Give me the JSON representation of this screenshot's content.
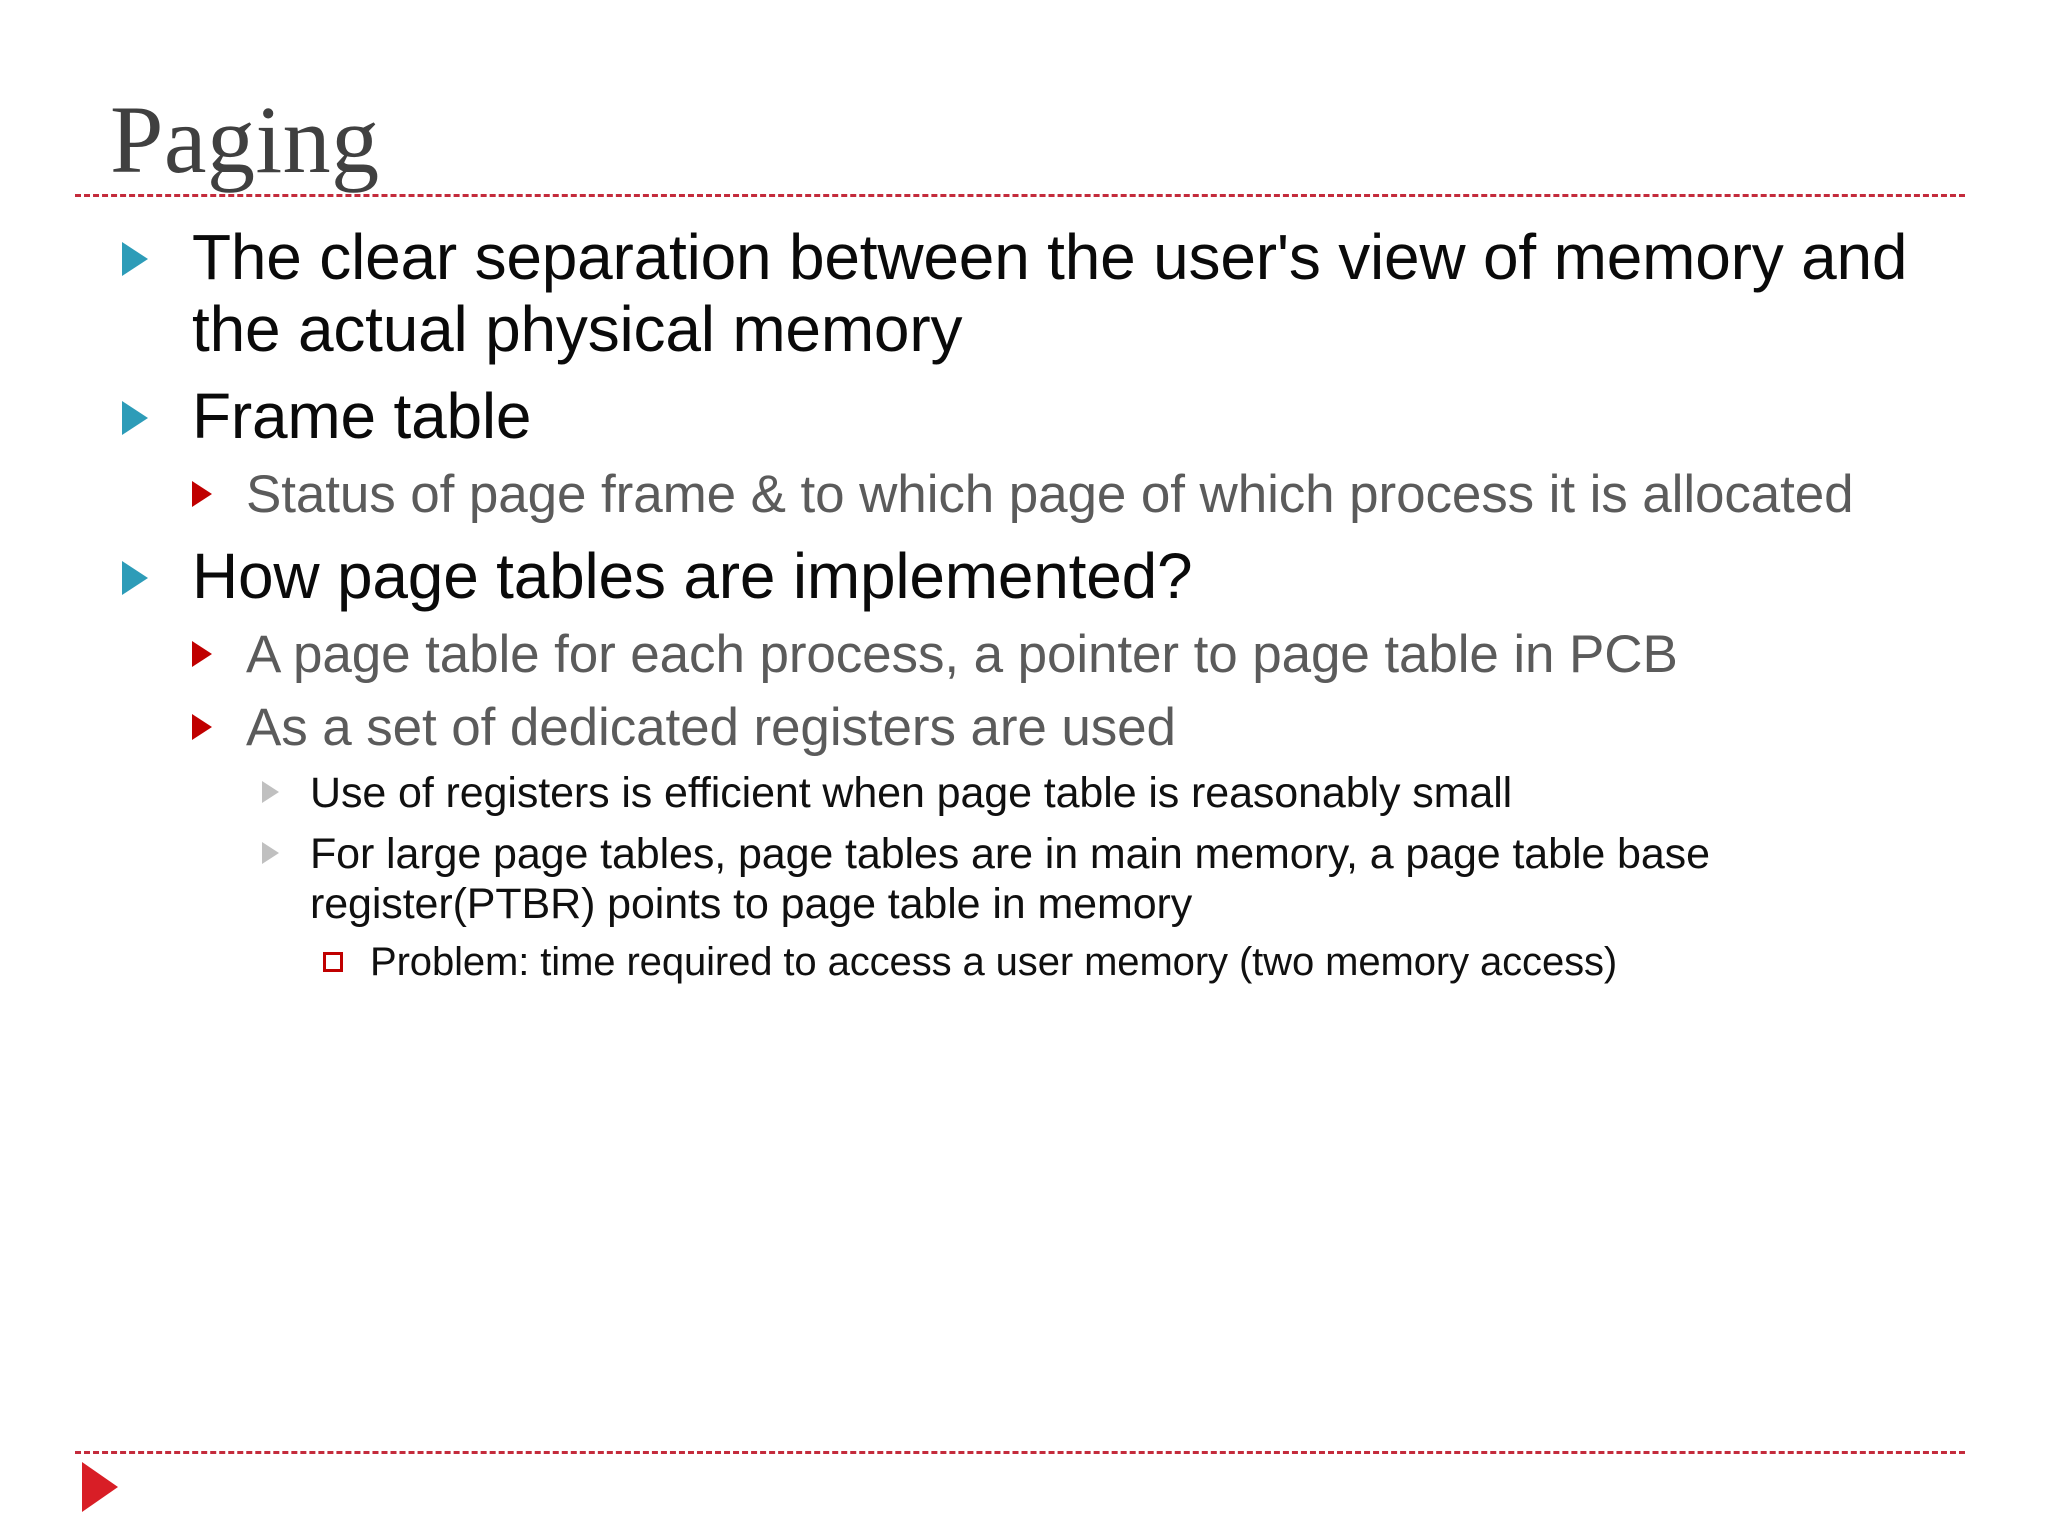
{
  "slide": {
    "title": "Paging",
    "colors": {
      "title_text": "#404040",
      "rule_dashed": "#C42B3C",
      "bullet_level1": "#2D9CB8",
      "bullet_level2": "#C00000",
      "bullet_level3": "#C0C0C0",
      "bullet_level4": "#C00000",
      "footer_triangle": "#D81E26",
      "body_text_level1": "#0A0A0A",
      "body_text_level2": "#5B5B5B",
      "body_text_level3": "#101010",
      "background": "#FFFFFF"
    },
    "bullets": [
      {
        "level": 1,
        "marker": "triangle-right-teal-icon",
        "text": "The clear separation between the user's view of memory and the actual physical memory"
      },
      {
        "level": 1,
        "marker": "triangle-right-teal-icon",
        "text": "Frame table"
      },
      {
        "level": 2,
        "marker": "triangle-right-red-icon",
        "text": "Status of page frame & to which page of which process it is allocated"
      },
      {
        "level": 1,
        "marker": "triangle-right-teal-icon",
        "text": "How page tables are implemented?"
      },
      {
        "level": 2,
        "marker": "triangle-right-red-icon",
        "text": "A page table for each process, a pointer to page table in PCB"
      },
      {
        "level": 2,
        "marker": "triangle-right-red-icon",
        "text": "As a set of dedicated registers are used"
      },
      {
        "level": 3,
        "marker": "triangle-right-gray-icon",
        "text": "Use of registers is efficient when page table is reasonably small"
      },
      {
        "level": 3,
        "marker": "triangle-right-gray-icon",
        "text": "For large page tables, page tables are in main memory, a page table base register(PTBR) points to page table in memory"
      },
      {
        "level": 4,
        "marker": "square-outline-red-icon",
        "text": "Problem: time required to access a user memory (two memory access)"
      }
    ],
    "footer": {
      "marker": "triangle-right-solid-red-icon"
    }
  }
}
